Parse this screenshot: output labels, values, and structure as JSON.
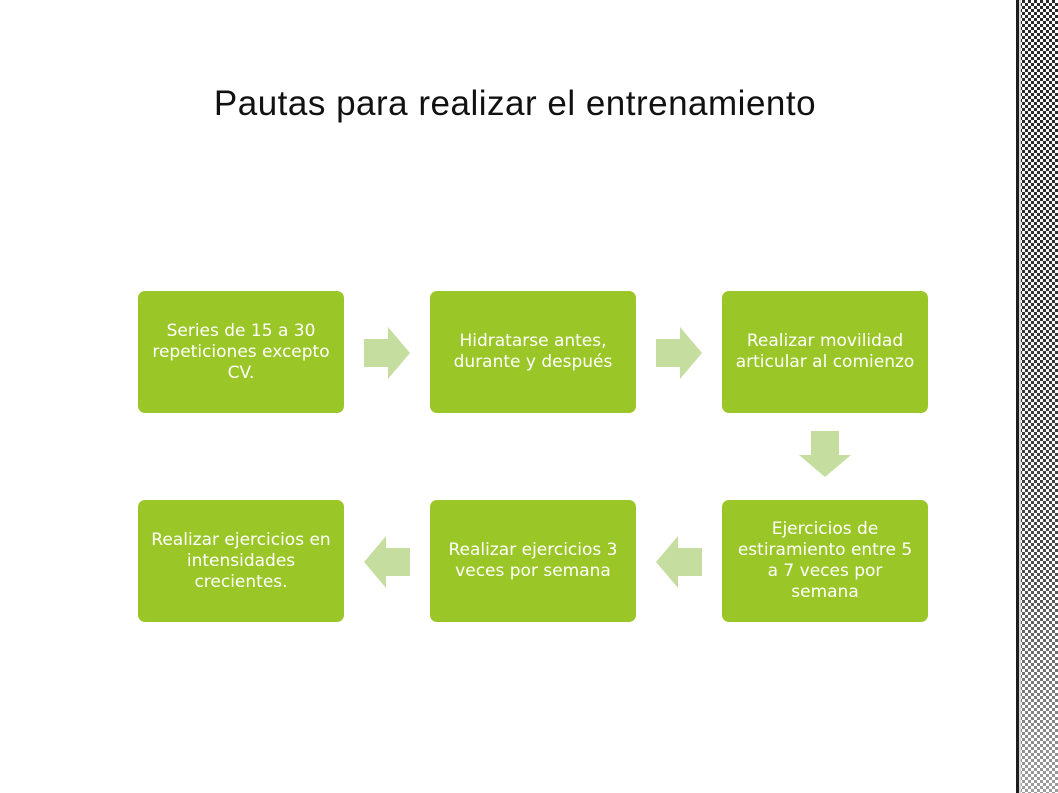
{
  "title": "Pautas para realizar el entrenamiento",
  "colors": {
    "box": "#9ac727",
    "arrow": "#c6dda0",
    "text": "#ffffff"
  },
  "steps": [
    {
      "label": "Series de 15 a 30 repeticiones excepto CV."
    },
    {
      "label": "Hidratarse antes, durante y después"
    },
    {
      "label": "Realizar movilidad articular al comienzo"
    },
    {
      "label": "Ejercicios de estiramiento entre 5 a 7 veces por semana"
    },
    {
      "label": "Realizar ejercicios 3 veces por semana"
    },
    {
      "label": "Realizar ejercicios en intensidades crecientes."
    }
  ],
  "arrows": [
    {
      "name": "arrow-right-icon",
      "direction": "right"
    },
    {
      "name": "arrow-right-icon",
      "direction": "right"
    },
    {
      "name": "arrow-down-icon",
      "direction": "down"
    },
    {
      "name": "arrow-left-icon",
      "direction": "left"
    },
    {
      "name": "arrow-left-icon",
      "direction": "left"
    }
  ]
}
